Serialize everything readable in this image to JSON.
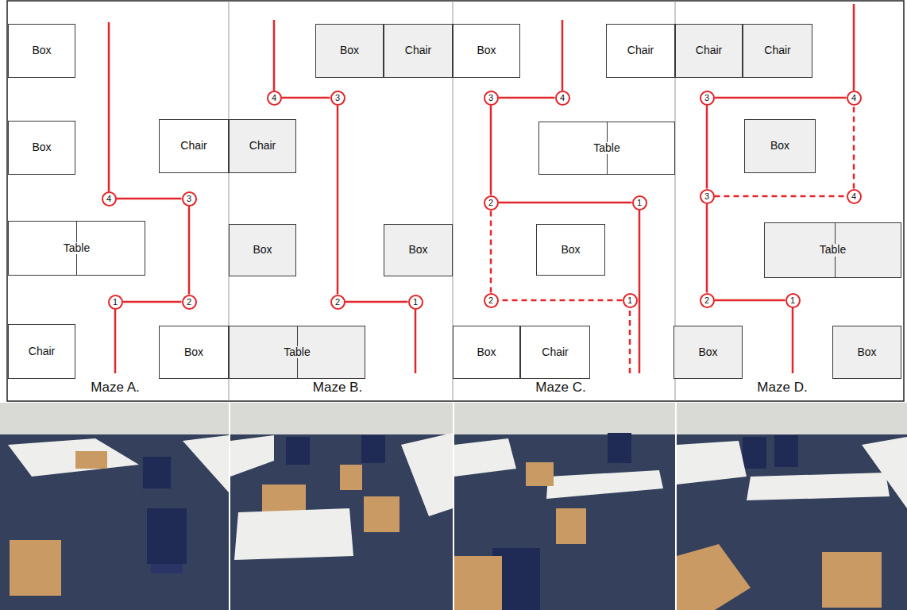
{
  "diagram": {
    "nodes": [
      {
        "text": [
          "Box"
        ]
      },
      {
        "text": [
          "Box"
        ]
      },
      {
        "text": [
          "Chair"
        ]
      },
      {
        "text": [
          "Table"
        ]
      },
      {
        "text": [
          "Chair"
        ]
      },
      {
        "text": [
          "Box"
        ]
      },
      {
        "text": [
          "4"
        ]
      },
      {
        "text": [
          "3"
        ]
      },
      {
        "text": [
          "1"
        ]
      },
      {
        "text": [
          "2"
        ]
      },
      {
        "text": [
          "Box"
        ]
      },
      {
        "text": [
          "Chair"
        ]
      },
      {
        "text": [
          "Chair"
        ]
      },
      {
        "text": [
          "Box"
        ]
      },
      {
        "text": [
          "Box"
        ]
      },
      {
        "text": [
          "Table"
        ]
      },
      {
        "text": [
          "4"
        ]
      },
      {
        "text": [
          "3"
        ]
      },
      {
        "text": [
          "2"
        ]
      },
      {
        "text": [
          "1"
        ]
      },
      {
        "text": [
          "Box"
        ]
      },
      {
        "text": [
          "Chair"
        ]
      },
      {
        "text": [
          "Table"
        ]
      },
      {
        "text": [
          "Box"
        ]
      },
      {
        "text": [
          "Box"
        ]
      },
      {
        "text": [
          "Chair"
        ]
      },
      {
        "text": [
          "3"
        ]
      },
      {
        "text": [
          "4"
        ]
      },
      {
        "text": [
          "2"
        ]
      },
      {
        "text": [
          "1"
        ]
      },
      {
        "text": [
          "2"
        ]
      },
      {
        "text": [
          "1"
        ]
      },
      {
        "text": [
          "Chair"
        ]
      },
      {
        "text": [
          "Chair"
        ]
      },
      {
        "text": [
          "Box"
        ]
      },
      {
        "text": [
          "Table"
        ]
      },
      {
        "text": [
          "Box"
        ]
      },
      {
        "text": [
          "Box"
        ]
      },
      {
        "text": [
          "3"
        ]
      },
      {
        "text": [
          "4"
        ]
      },
      {
        "text": [
          "3"
        ]
      },
      {
        "text": [
          "4"
        ]
      },
      {
        "text": [
          "2"
        ]
      },
      {
        "text": [
          "1"
        ]
      }
    ],
    "edges": [
      {
        "from": 8,
        "to": 9,
        "arrow": "none"
      },
      {
        "from": 9,
        "to": 7,
        "arrow": "none"
      },
      {
        "from": 7,
        "to": 6,
        "arrow": "none"
      },
      {
        "from": 19,
        "to": 18,
        "arrow": "none"
      },
      {
        "from": 18,
        "to": 17,
        "arrow": "none"
      },
      {
        "from": 17,
        "to": 16,
        "arrow": "none"
      },
      {
        "from": 29,
        "to": 28,
        "arrow": "none"
      },
      {
        "from": 28,
        "to": 26,
        "arrow": "none"
      },
      {
        "from": 26,
        "to": 27,
        "arrow": "none"
      },
      {
        "from": 31,
        "to": 30,
        "arrow": "none"
      },
      {
        "from": 30,
        "to": 28,
        "arrow": "none"
      },
      {
        "from": 43,
        "to": 42,
        "arrow": "none"
      },
      {
        "from": 42,
        "to": 40,
        "arrow": "none"
      },
      {
        "from": 40,
        "to": 38,
        "arrow": "none"
      },
      {
        "from": 38,
        "to": 39,
        "arrow": "none"
      },
      {
        "from": 40,
        "to": 41,
        "arrow": "none"
      },
      {
        "from": 41,
        "to": 39,
        "arrow": "none"
      }
    ],
    "labels": [
      "Maze A.",
      "Maze B.",
      "Maze C.",
      "Maze D."
    ]
  }
}
